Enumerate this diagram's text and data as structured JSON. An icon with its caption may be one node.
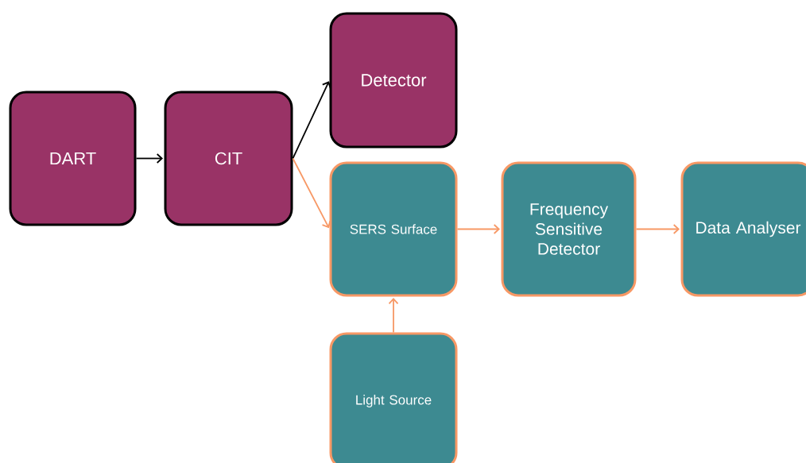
{
  "diagram": {
    "nodes": [
      {
        "text": [
          "DART"
        ]
      },
      {
        "text": [
          "CIT"
        ]
      },
      {
        "text": [
          "Detector"
        ]
      },
      {
        "text": [
          "SERS Surface"
        ]
      },
      {
        "text": [
          "Frequency Sensitive Detector"
        ]
      },
      {
        "text": [
          "Data Analyser"
        ]
      },
      {
        "text": [
          "Light Source"
        ]
      }
    ],
    "edges": [
      {
        "from": 0,
        "to": 1,
        "arrow": "to",
        "color": "#000000"
      },
      {
        "from": 1,
        "to": 2,
        "arrow": "to",
        "color": "#000000"
      },
      {
        "from": 1,
        "to": 3,
        "arrow": "to"
      },
      {
        "from": 3,
        "to": 4,
        "arrow": "to"
      },
      {
        "from": 4,
        "to": 5,
        "arrow": "to"
      },
      {
        "from": 6,
        "to": 3,
        "arrow": "to"
      }
    ]
  }
}
